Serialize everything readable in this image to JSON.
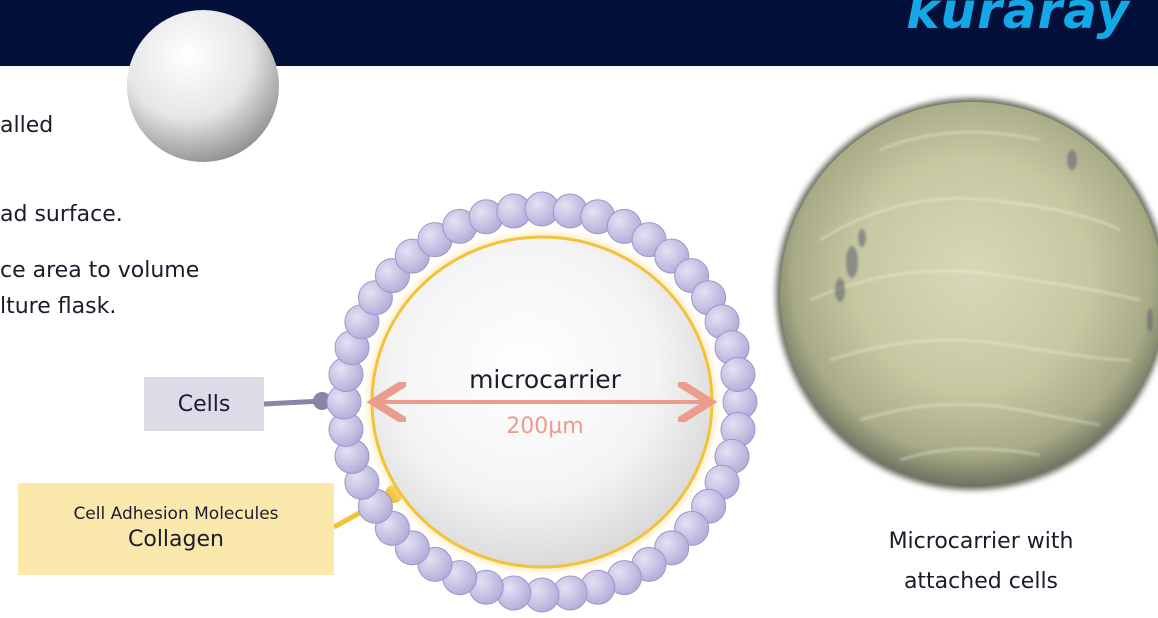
{
  "header": {
    "logo_text": "kuraray",
    "background_color": "#03103a",
    "logo_color": "#14a8e6"
  },
  "bullets": [
    "alled",
    "ad surface.",
    "ce area to volume",
    "lture flask."
  ],
  "diagram": {
    "microcarrier_label": "microcarrier",
    "diameter_label": "200µm",
    "cells_label": "Cells",
    "adhesion_label": "Cell Adhesion Molecules",
    "adhesion_value": "Collagen",
    "colors": {
      "cells": "#c5c0e4",
      "cells_outline": "#9e96c8",
      "adhesion_ring": "#f2c23a",
      "arrow": "#ec9c8c",
      "cells_connector": "#8f82a8",
      "adhesion_connector": "#f2c23a"
    }
  },
  "photo": {
    "caption_line1": "Microcarrier with",
    "caption_line2": "attached cells"
  }
}
